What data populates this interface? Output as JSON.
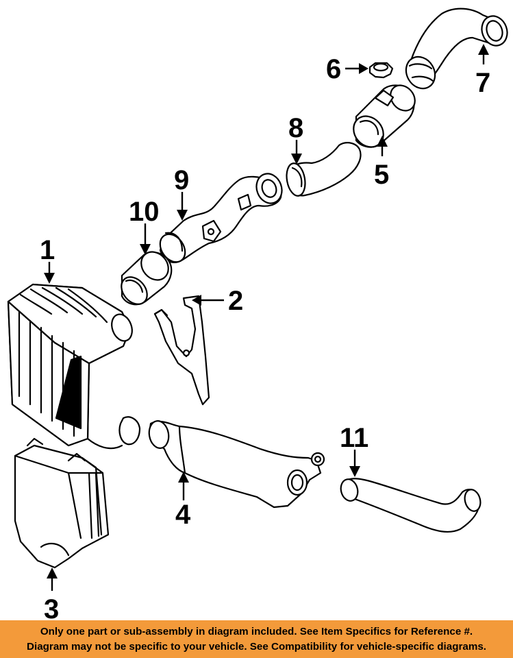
{
  "callouts": [
    "1",
    "2",
    "3",
    "4",
    "5",
    "6",
    "7",
    "8",
    "9",
    "10",
    "11"
  ],
  "banner": {
    "line1": "Only one part or sub-assembly in diagram included. See Item Specifics for Reference #.",
    "line2": "Diagram may not be specific to your vehicle. See Compatibility for vehicle-specific diagrams."
  },
  "colors": {
    "banner_bg": "#f39a3a",
    "line_art": "#000000",
    "background": "#ffffff"
  }
}
